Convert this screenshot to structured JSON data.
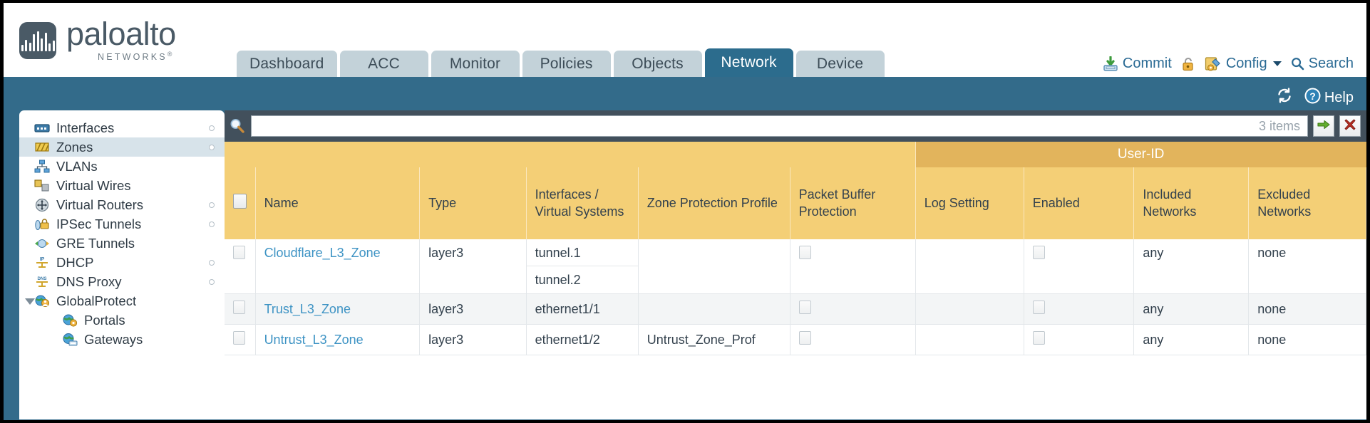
{
  "brand": {
    "name": "paloalto",
    "subtitle": "NETWORKS",
    "registered": "®"
  },
  "nav": {
    "tabs": [
      {
        "label": "Dashboard",
        "active": false
      },
      {
        "label": "ACC",
        "active": false
      },
      {
        "label": "Monitor",
        "active": false
      },
      {
        "label": "Policies",
        "active": false
      },
      {
        "label": "Objects",
        "active": false
      },
      {
        "label": "Network",
        "active": true
      },
      {
        "label": "Device",
        "active": false
      }
    ]
  },
  "toolbar": {
    "commit_label": "Commit",
    "commit_icon": "commit-download-icon",
    "lock_icon": "lock-icon",
    "config_label": "Config",
    "config_icon": "config-wrench-icon",
    "config_caret": "chevron-down-icon",
    "search_label": "Search",
    "search_icon": "search-icon"
  },
  "utility": {
    "refresh_icon": "refresh-icon",
    "help_label": "Help",
    "help_icon": "help-question-icon"
  },
  "sidebar": {
    "items": [
      {
        "label": "Interfaces",
        "icon": "interfaces-icon",
        "selected": false,
        "dot": true,
        "child": false,
        "expander": false
      },
      {
        "label": "Zones",
        "icon": "zones-icon",
        "selected": true,
        "dot": true,
        "child": false,
        "expander": false
      },
      {
        "label": "VLANs",
        "icon": "vlans-icon",
        "selected": false,
        "dot": false,
        "child": false,
        "expander": false
      },
      {
        "label": "Virtual Wires",
        "icon": "virtual-wires-icon",
        "selected": false,
        "dot": false,
        "child": false,
        "expander": false
      },
      {
        "label": "Virtual Routers",
        "icon": "virtual-routers-icon",
        "selected": false,
        "dot": true,
        "child": false,
        "expander": false
      },
      {
        "label": "IPSec Tunnels",
        "icon": "ipsec-tunnels-icon",
        "selected": false,
        "dot": true,
        "child": false,
        "expander": false
      },
      {
        "label": "GRE Tunnels",
        "icon": "gre-tunnels-icon",
        "selected": false,
        "dot": false,
        "child": false,
        "expander": false
      },
      {
        "label": "DHCP",
        "icon": "dhcp-icon",
        "selected": false,
        "dot": true,
        "child": false,
        "expander": false
      },
      {
        "label": "DNS Proxy",
        "icon": "dns-proxy-icon",
        "selected": false,
        "dot": true,
        "child": false,
        "expander": false
      },
      {
        "label": "GlobalProtect",
        "icon": "globalprotect-icon",
        "selected": false,
        "dot": false,
        "child": false,
        "expander": true
      },
      {
        "label": "Portals",
        "icon": "portals-icon",
        "selected": false,
        "dot": false,
        "child": true,
        "expander": false
      },
      {
        "label": "Gateways",
        "icon": "gateways-icon",
        "selected": false,
        "dot": false,
        "child": true,
        "expander": false
      }
    ]
  },
  "search": {
    "value": "",
    "placeholder": "",
    "item_count": "3 items",
    "apply_icon": "green-arrow-icon",
    "clear_icon": "red-x-icon",
    "magnifier_icon": "search-icon"
  },
  "table": {
    "group_header": "User-ID",
    "columns": [
      "Name",
      "Type",
      "Interfaces / Virtual Systems",
      "Zone Protection Profile",
      "Packet Buffer Protection",
      "Log Setting",
      "Enabled",
      "Included Networks",
      "Excluded Networks"
    ],
    "rows": [
      {
        "name": "Cloudflare_L3_Zone",
        "type": "layer3",
        "interfaces": [
          "tunnel.1",
          "tunnel.2"
        ],
        "zone_protection_profile": "",
        "packet_buffer_protection": false,
        "log_setting": "",
        "userid_enabled": false,
        "included_networks": "any",
        "excluded_networks": "none"
      },
      {
        "name": "Trust_L3_Zone",
        "type": "layer3",
        "interfaces": [
          "ethernet1/1"
        ],
        "zone_protection_profile": "",
        "packet_buffer_protection": false,
        "log_setting": "",
        "userid_enabled": false,
        "included_networks": "any",
        "excluded_networks": "none"
      },
      {
        "name": "Untrust_L3_Zone",
        "type": "layer3",
        "interfaces": [
          "ethernet1/2"
        ],
        "zone_protection_profile": "Untrust_Zone_Prof",
        "packet_buffer_protection": false,
        "log_setting": "",
        "userid_enabled": false,
        "included_networks": "any",
        "excluded_networks": "none"
      }
    ]
  },
  "colors": {
    "brand_slate": "#4a5a66",
    "band_blue": "#336b8a",
    "tab_active": "#2c6c8d",
    "tab_inactive": "#c3d2d9",
    "table_header": "#f4cf76",
    "group_header": "#e2b45c",
    "link_blue": "#3d93c4",
    "panel_dark": "#42505c"
  }
}
